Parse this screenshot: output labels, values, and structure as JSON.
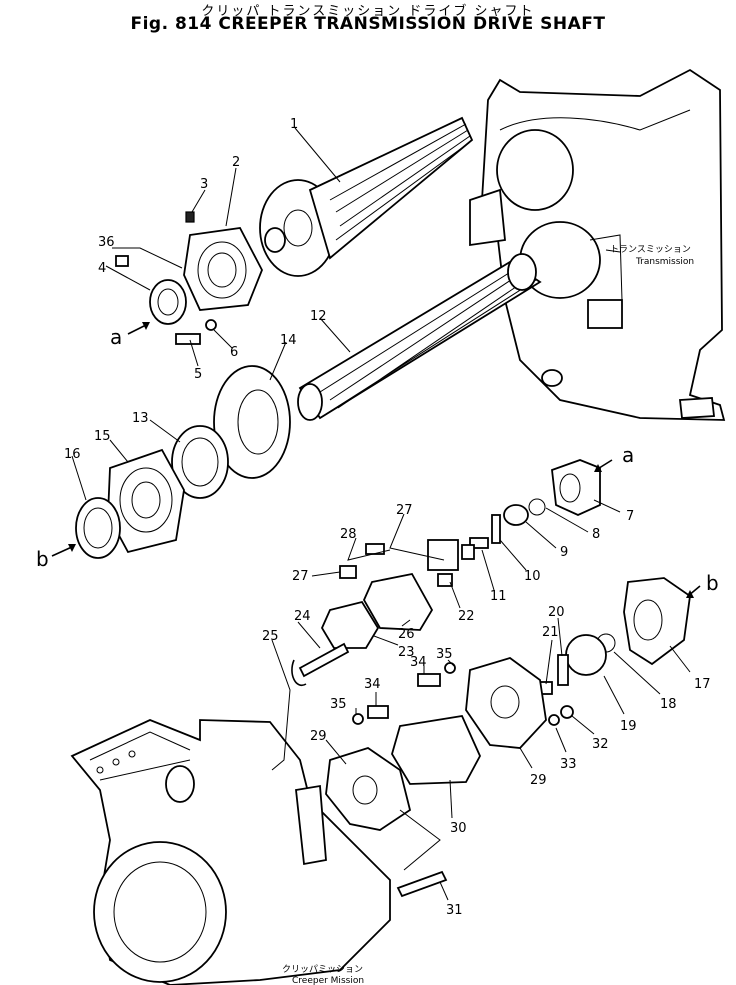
{
  "header": {
    "title_jp": "クリッパ トランスミッション ドライブ シャフト",
    "title_en": "Fig. 814 CREEPER TRANSMISSION DRIVE SHAFT"
  },
  "annotations": {
    "transmission_jp": "トランスミッション",
    "transmission_en": "Transmission",
    "creeper_jp": "クリッパミッション",
    "creeper_en": "Creeper Mission"
  },
  "arrow_refs": [
    "a",
    "b"
  ],
  "callouts": [
    "1",
    "2",
    "3",
    "36",
    "4",
    "5",
    "6",
    "12",
    "14",
    "13",
    "15",
    "16",
    "7",
    "8",
    "9",
    "10",
    "11",
    "27",
    "28",
    "22",
    "26",
    "23",
    "24",
    "25",
    "21",
    "20",
    "35",
    "34",
    "17",
    "18",
    "19",
    "32",
    "33",
    "29",
    "30",
    "31"
  ]
}
